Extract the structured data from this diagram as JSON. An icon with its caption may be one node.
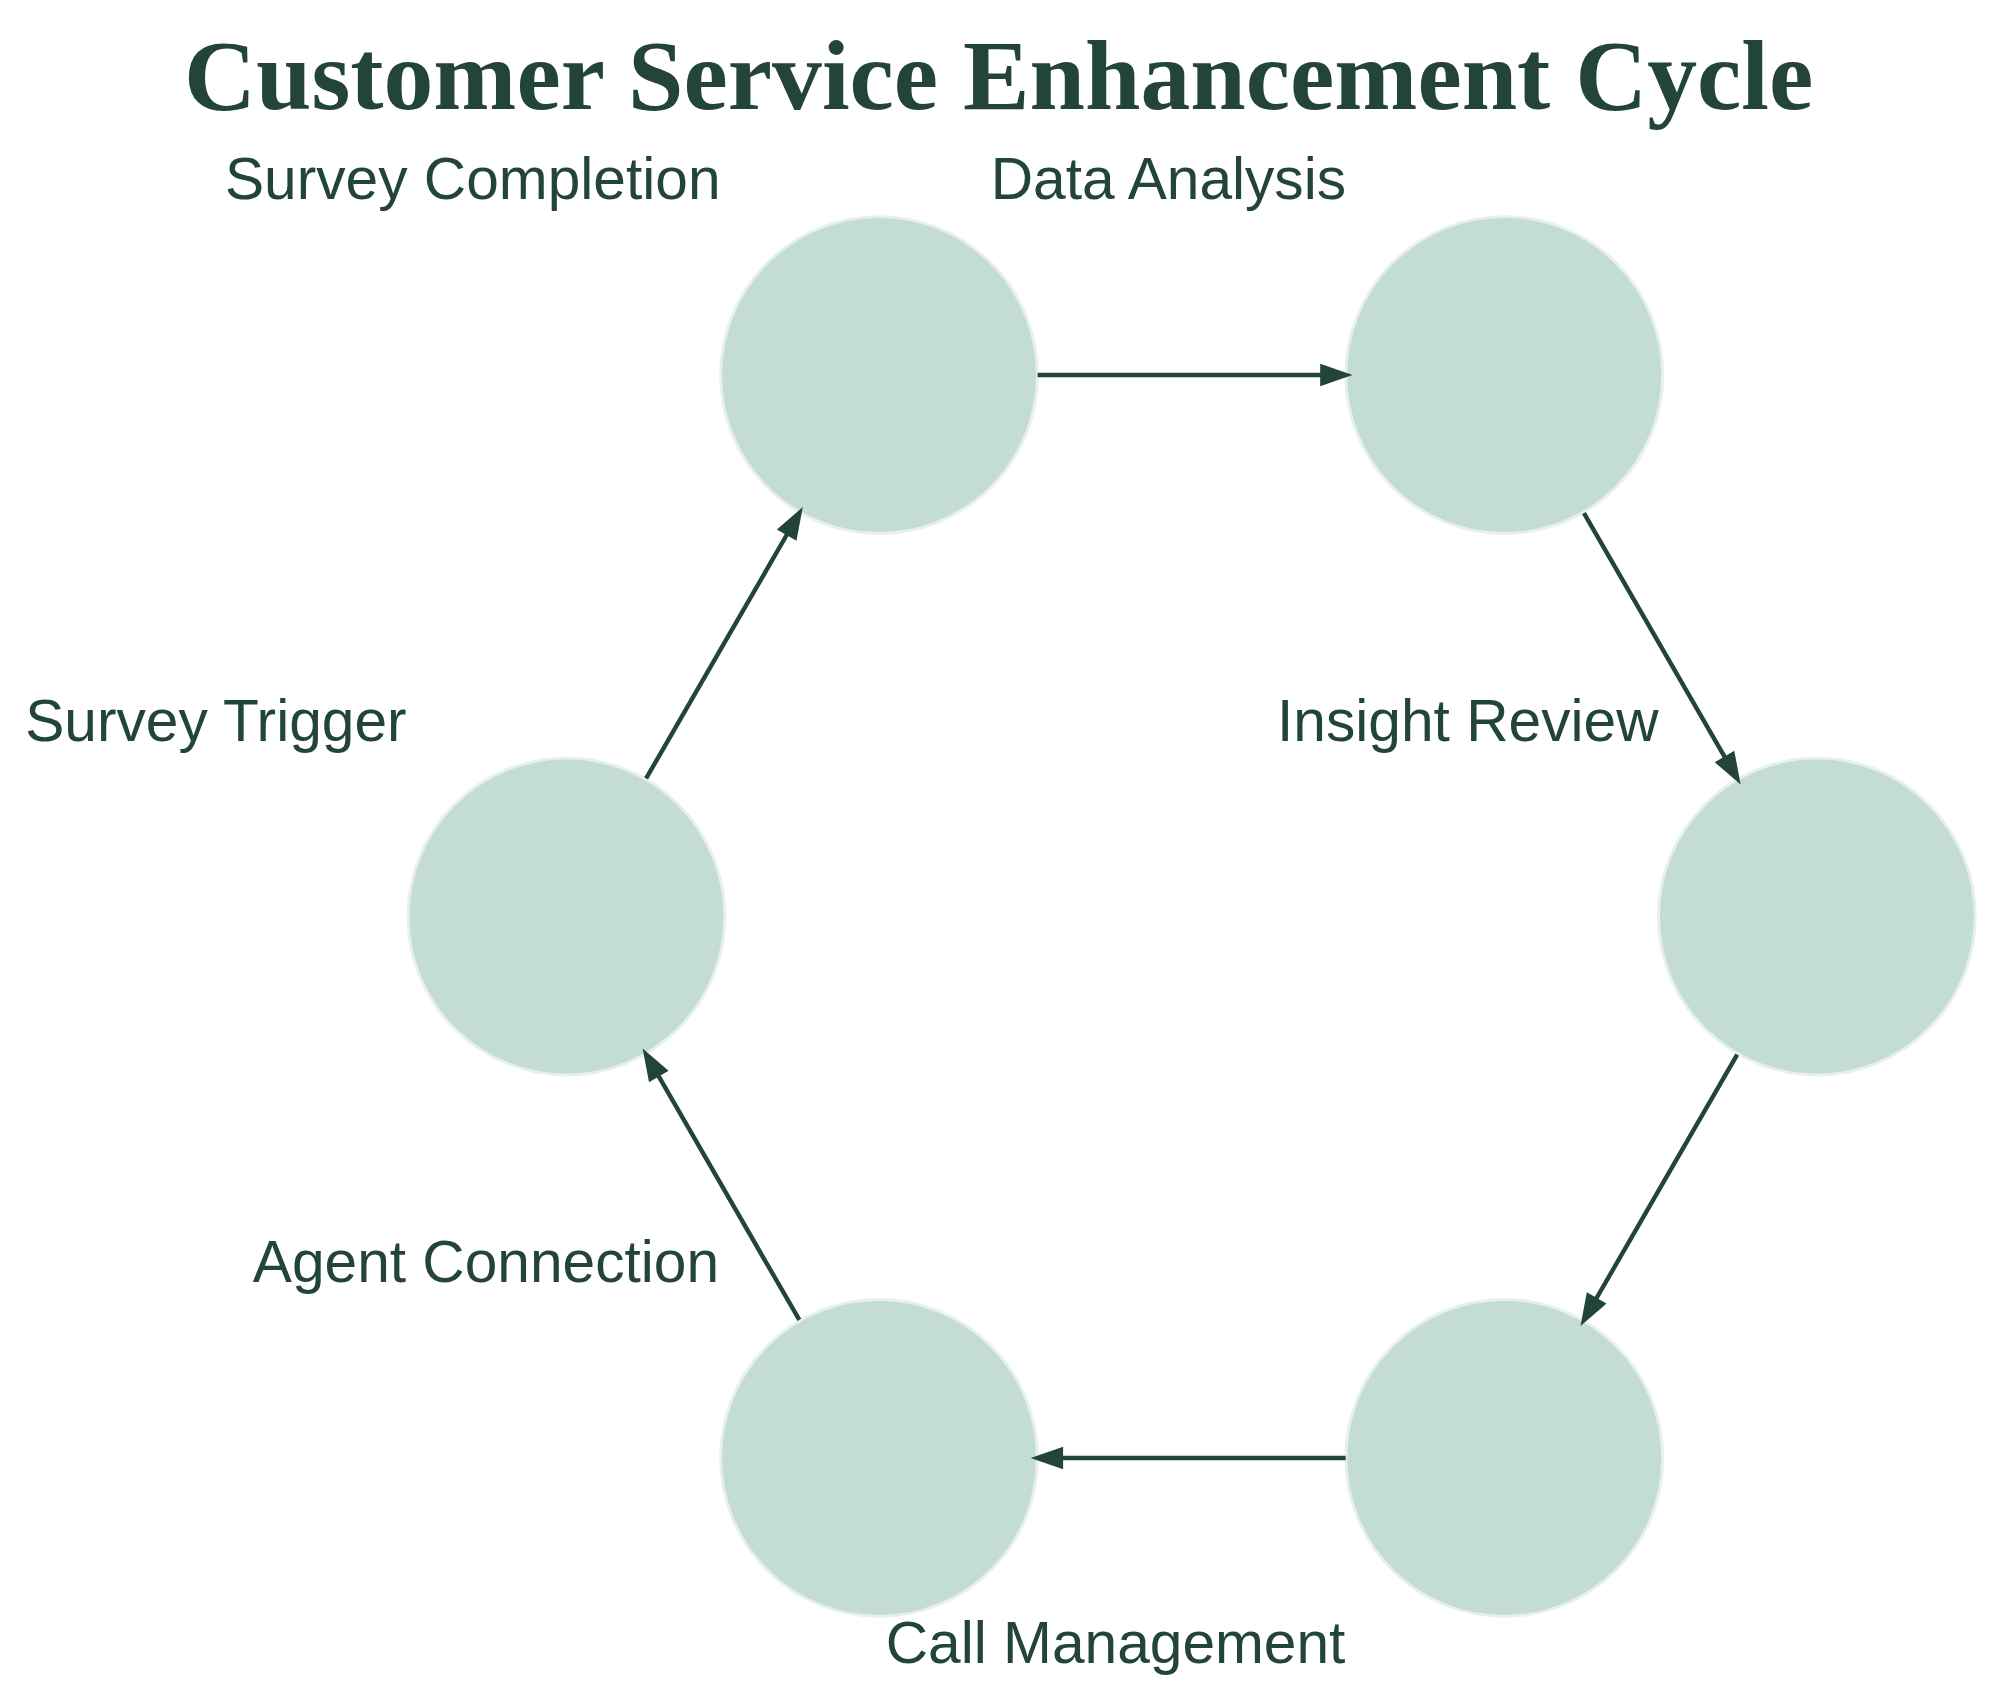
{
  "diagram": {
    "title": "Customer Service Enhancement Cycle",
    "nodes": [
      {
        "text": [
          "Call Management"
        ]
      },
      {
        "text": [
          "Agent Connection"
        ]
      },
      {
        "text": [
          "Survey Trigger"
        ]
      },
      {
        "text": [
          "Survey Completion"
        ]
      },
      {
        "text": [
          "Data Analysis"
        ]
      },
      {
        "text": [
          "Insight Review"
        ]
      }
    ],
    "edges": [
      {
        "from": 0,
        "to": 1,
        "arrow": "to"
      },
      {
        "from": 1,
        "to": 2,
        "arrow": "to"
      },
      {
        "from": 2,
        "to": 3,
        "arrow": "to"
      },
      {
        "from": 3,
        "to": 4,
        "arrow": "to"
      },
      {
        "from": 4,
        "to": 5,
        "arrow": "to"
      },
      {
        "from": 5,
        "to": 0,
        "arrow": "to"
      }
    ]
  }
}
